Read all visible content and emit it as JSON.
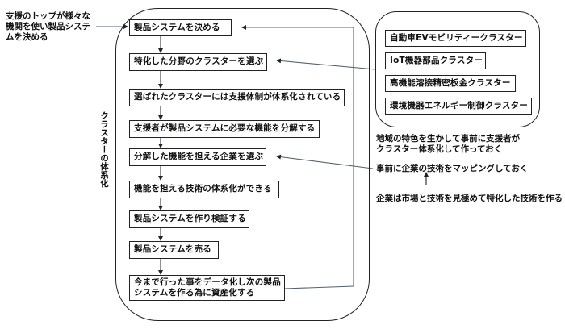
{
  "intro_note": [
    "支援のトップが様々な",
    "機関を使い製品システ",
    "ムを決める"
  ],
  "vertical_label": "クラスターの体系化",
  "flow_steps": [
    {
      "lines": [
        "製品システムを決める"
      ]
    },
    {
      "lines": [
        "特化した分野のクラスターを選ぶ"
      ]
    },
    {
      "lines": [
        "選ばれたクラスターには支援体制が体系化されている"
      ]
    },
    {
      "lines": [
        "支援者が製品システムに必要な機能を分解する"
      ]
    },
    {
      "lines": [
        "分解した機能を担える企業を選ぶ"
      ]
    },
    {
      "lines": [
        "機能を担える技術の体系化ができる"
      ]
    },
    {
      "lines": [
        "製品システムを作り検証する"
      ]
    },
    {
      "lines": [
        "製品システムを売る"
      ]
    },
    {
      "lines": [
        "今まで行った事をデータ化し次の製品",
        "システムを作る為に資産化する"
      ]
    }
  ],
  "clusters": [
    "自動車EVモビリティークラスター",
    "IoT機器部品クラスター",
    "高機能溶接精密板金クラスター",
    "環境機器エネルギー制御クラスター"
  ],
  "cluster_note": [
    "地域の特色を生かして事前に支援者が",
    "クラスター体系化して作っておく"
  ],
  "mapping_note": "事前に企業の技術をマッピングしておく",
  "company_note": "企業は市場と技術を見極めて特化した技術を作る",
  "colors": {
    "line": "#222222",
    "arrow_line": "#556070",
    "background": "#ffffff"
  }
}
